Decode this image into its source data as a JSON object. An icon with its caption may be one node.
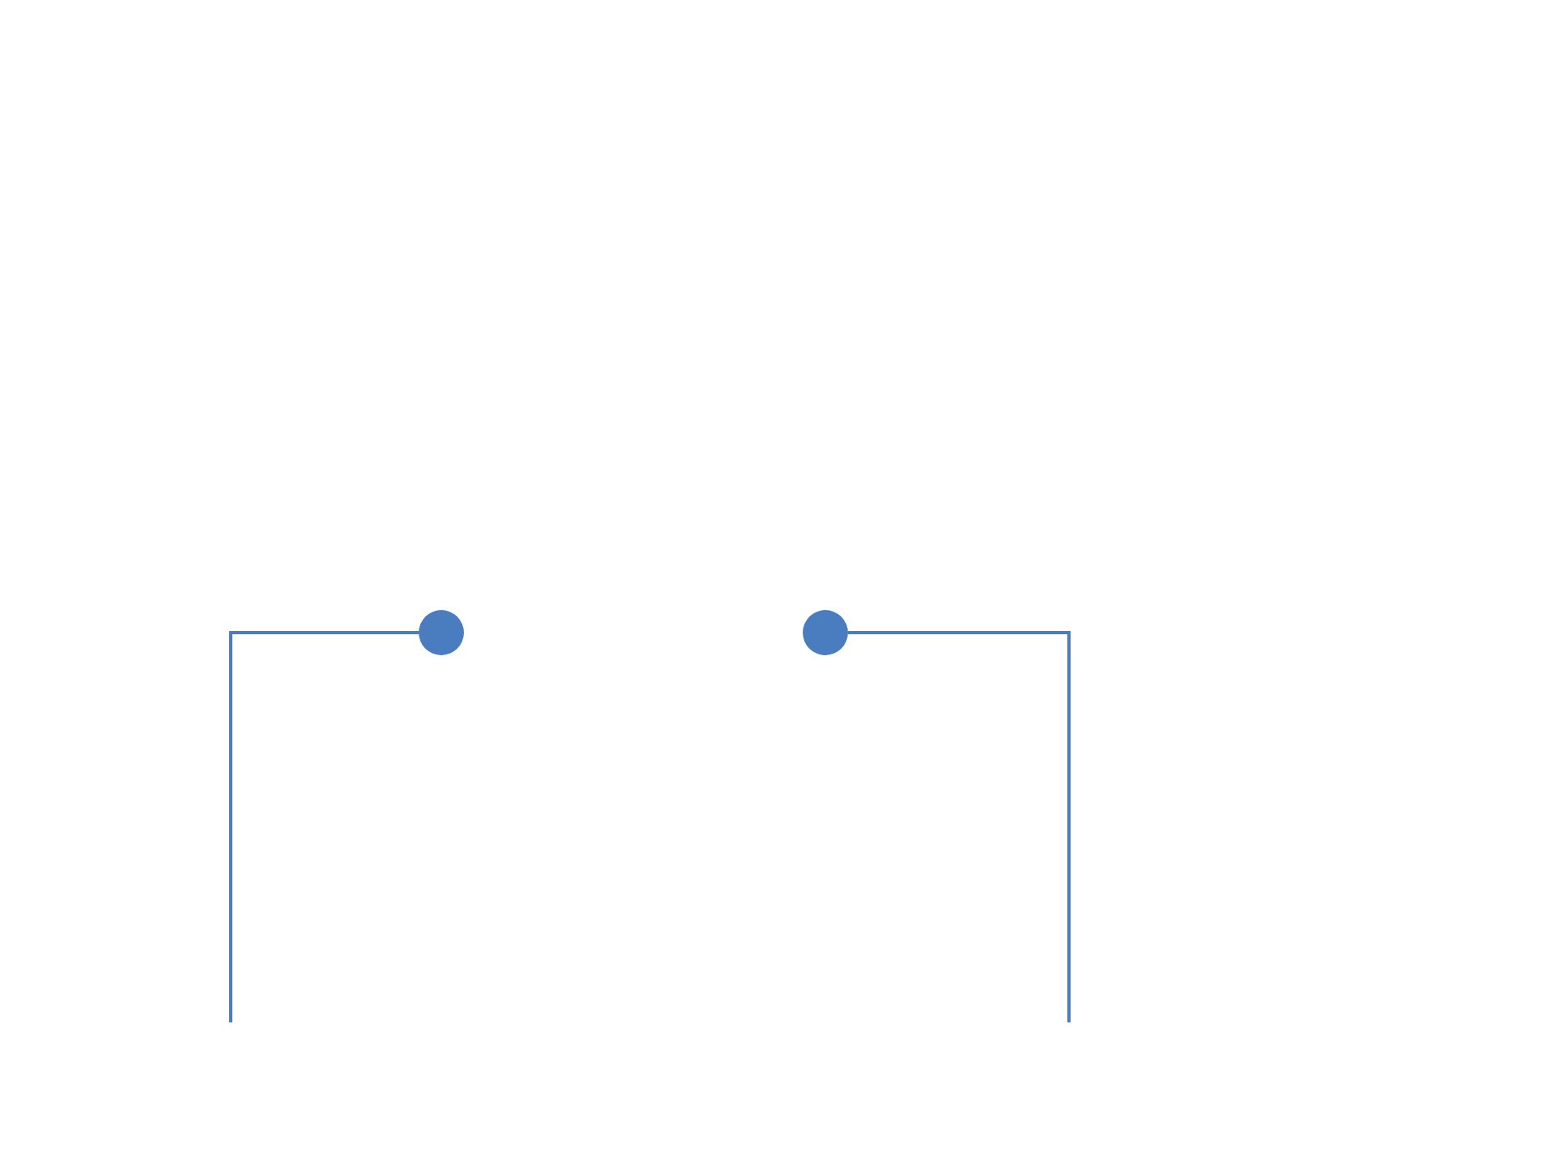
{
  "diagram": {
    "nodes": [
      {
        "text": [],
        "shape": "circle"
      },
      {
        "text": [],
        "shape": "circle"
      }
    ],
    "edges": [
      {
        "from": 0,
        "to": null,
        "arrow": "none"
      },
      {
        "from": 1,
        "to": null,
        "arrow": "none"
      }
    ]
  }
}
